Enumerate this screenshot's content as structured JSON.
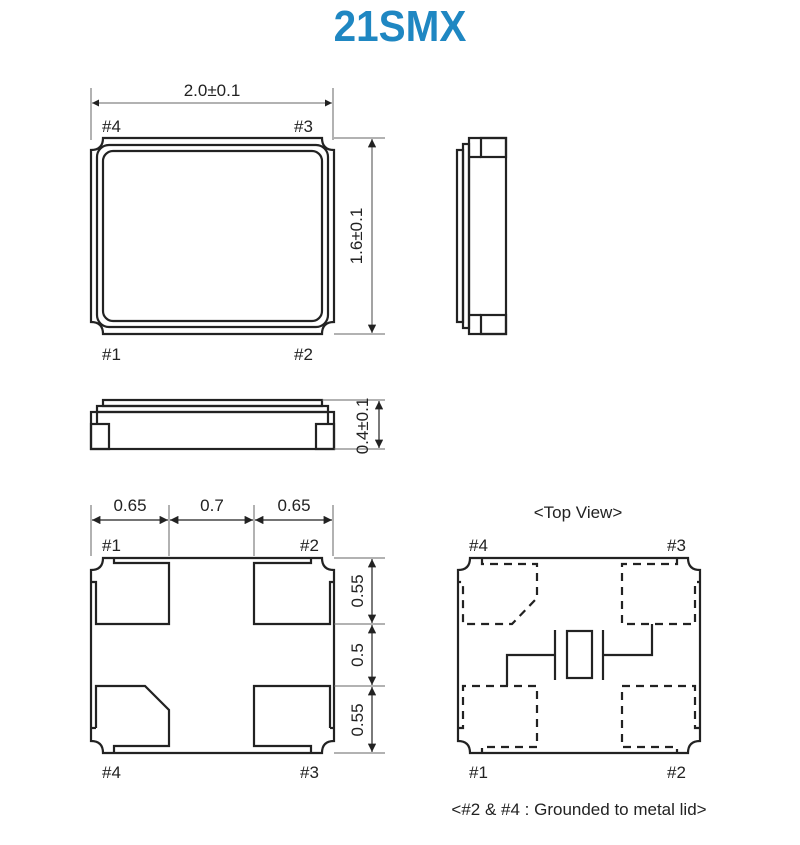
{
  "title": "21SMX",
  "colors": {
    "title": "#1f87c2",
    "line": "#222222"
  },
  "top_outline": {
    "width_dim": "2.0±0.1",
    "height_dim": "1.6±0.1",
    "pins": {
      "top_left": "#4",
      "top_right": "#3",
      "bottom_left": "#1",
      "bottom_right": "#2"
    }
  },
  "side_view": {
    "height_dim": "0.4±0.1"
  },
  "pad_layout": {
    "horizontal_dims": [
      "0.65",
      "0.7",
      "0.65"
    ],
    "vertical_dims": [
      "0.55",
      "0.5",
      "0.55"
    ],
    "pins": {
      "top_left": "#1",
      "top_right": "#2",
      "bottom_left": "#4",
      "bottom_right": "#3"
    }
  },
  "top_view": {
    "heading": "<Top View>",
    "pins": {
      "top_left": "#4",
      "top_right": "#3",
      "bottom_left": "#1",
      "bottom_right": "#2"
    },
    "note": "<#2 & #4 : Grounded to metal lid>"
  }
}
